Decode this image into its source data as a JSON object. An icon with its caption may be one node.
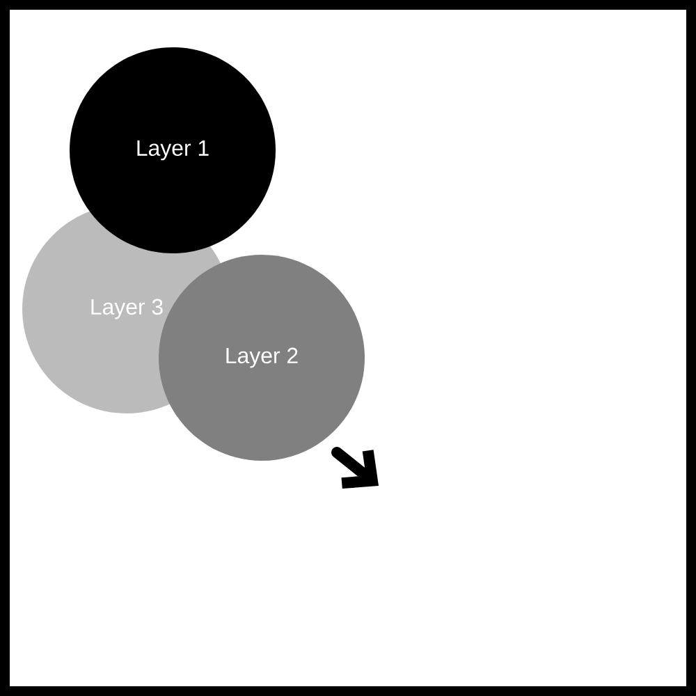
{
  "diagram": {
    "nodes": [
      {
        "text": [
          "Layer 1"
        ]
      },
      {
        "text": [
          "Layer 3"
        ]
      },
      {
        "text": [
          "Layer 2"
        ]
      }
    ]
  }
}
